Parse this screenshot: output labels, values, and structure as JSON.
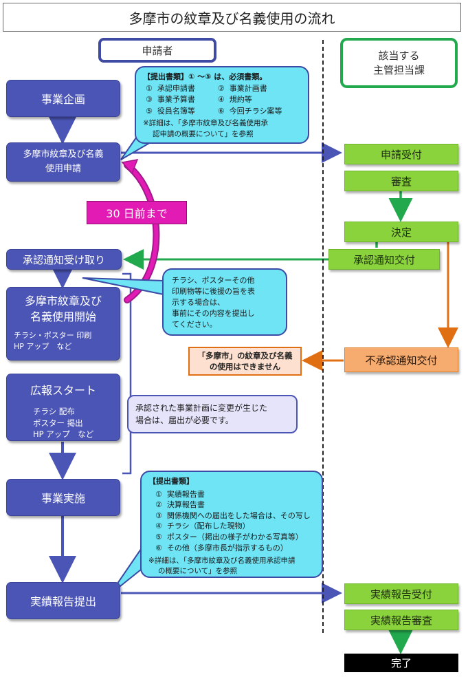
{
  "title": "多摩市の紋章及び名義使用の流れ",
  "headers": {
    "applicant": "申請者",
    "dept_line1": "該当する",
    "dept_line2": "主管担当課"
  },
  "applicant_steps": {
    "planning": "事業企画",
    "application_line1": "多摩市紋章及び名義",
    "application_line2": "使用申請",
    "receive_approval": "承認通知受け取り",
    "start_line1": "多摩市紋章及び",
    "start_line2": "名義使用開始",
    "start_sub1": "チラシ・ポスター 印刷",
    "start_sub2": "HP アップ　など",
    "pr_title": "広報スタート",
    "pr_sub1": "チラシ 配布",
    "pr_sub2": "ポスター 掲出",
    "pr_sub3": "HP アップ　など",
    "implementation": "事業実施",
    "report_submit": "実績報告提出"
  },
  "dept_steps": {
    "receive": "申請受付",
    "review": "審査",
    "decision": "決定",
    "approval_notice": "承認通知交付",
    "rejection_notice": "不承認通知交付",
    "report_receive": "実績報告受付",
    "report_review": "実績報告審査",
    "complete": "完了"
  },
  "deadline_badge": "30 日前まで",
  "rejection_message": {
    "line1": "「多摩市」の紋章及び名義",
    "line2": "の使用はできません"
  },
  "callout_application_docs": {
    "heading": "【提出書類】① ～⑤ は、必須書類。",
    "items": [
      "①  承認申請書　　　②  事業計画書",
      "③  事業予算書　　　④  規約等",
      "⑤  役員名簿等　　　⑥  今回チラシ案等"
    ],
    "note_line1": "※詳細は、「多摩市紋章及び名義使用承",
    "note_line2": "認申請の概要について」を参照"
  },
  "callout_printed_materials": {
    "lines": [
      "チラシ、ポスターその他",
      "印刷物等に後援の旨を表",
      "示する場合は、",
      "事前にその内容を提出し",
      "てください。"
    ]
  },
  "callout_plan_change": {
    "lines": [
      "承認された事業計画に変更が生じた",
      "場合は、届出が必要です。"
    ]
  },
  "callout_report_docs": {
    "heading": "【提出書類】",
    "items": [
      "①  実績報告書",
      "②  決算報告書",
      "③  関係機関への届出をした場合は、その写し",
      "④  チラシ（配布した現物）",
      "⑤  ポスター（掲出の様子がわかる写真等）",
      "⑥  その他（多摩市長が指示するもの）"
    ],
    "note_line1": "※詳細は、「多摩市紋章及び名義使用承認申請",
    "note_line2": "の概要について」を参照"
  },
  "colors": {
    "applicant_blue": "#4b55b5",
    "dept_green": "#8ad33c",
    "callout_cyan": "#6ee4f5",
    "deadline_magenta": "#e31bb5",
    "rejection_orange": "#e06f13"
  }
}
